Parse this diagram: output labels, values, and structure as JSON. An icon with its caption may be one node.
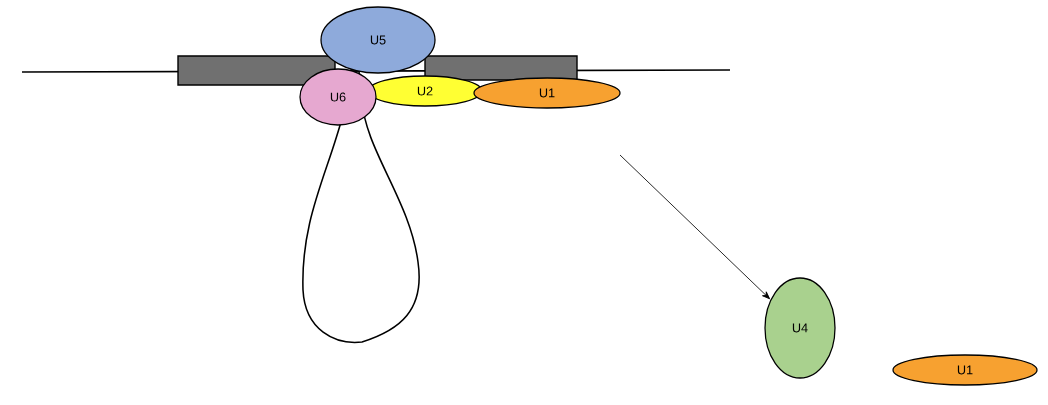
{
  "diagram": {
    "nodes": [
      {
        "text": [
          "U5"
        ]
      },
      {
        "text": [
          "U6"
        ]
      },
      {
        "text": [
          "U2"
        ]
      },
      {
        "text": [
          "U1"
        ]
      },
      {
        "text": [
          "U4"
        ]
      },
      {
        "text": [
          "U1"
        ]
      }
    ],
    "edges": [
      {
        "from": null,
        "to": 4,
        "arrow": "to"
      }
    ]
  }
}
